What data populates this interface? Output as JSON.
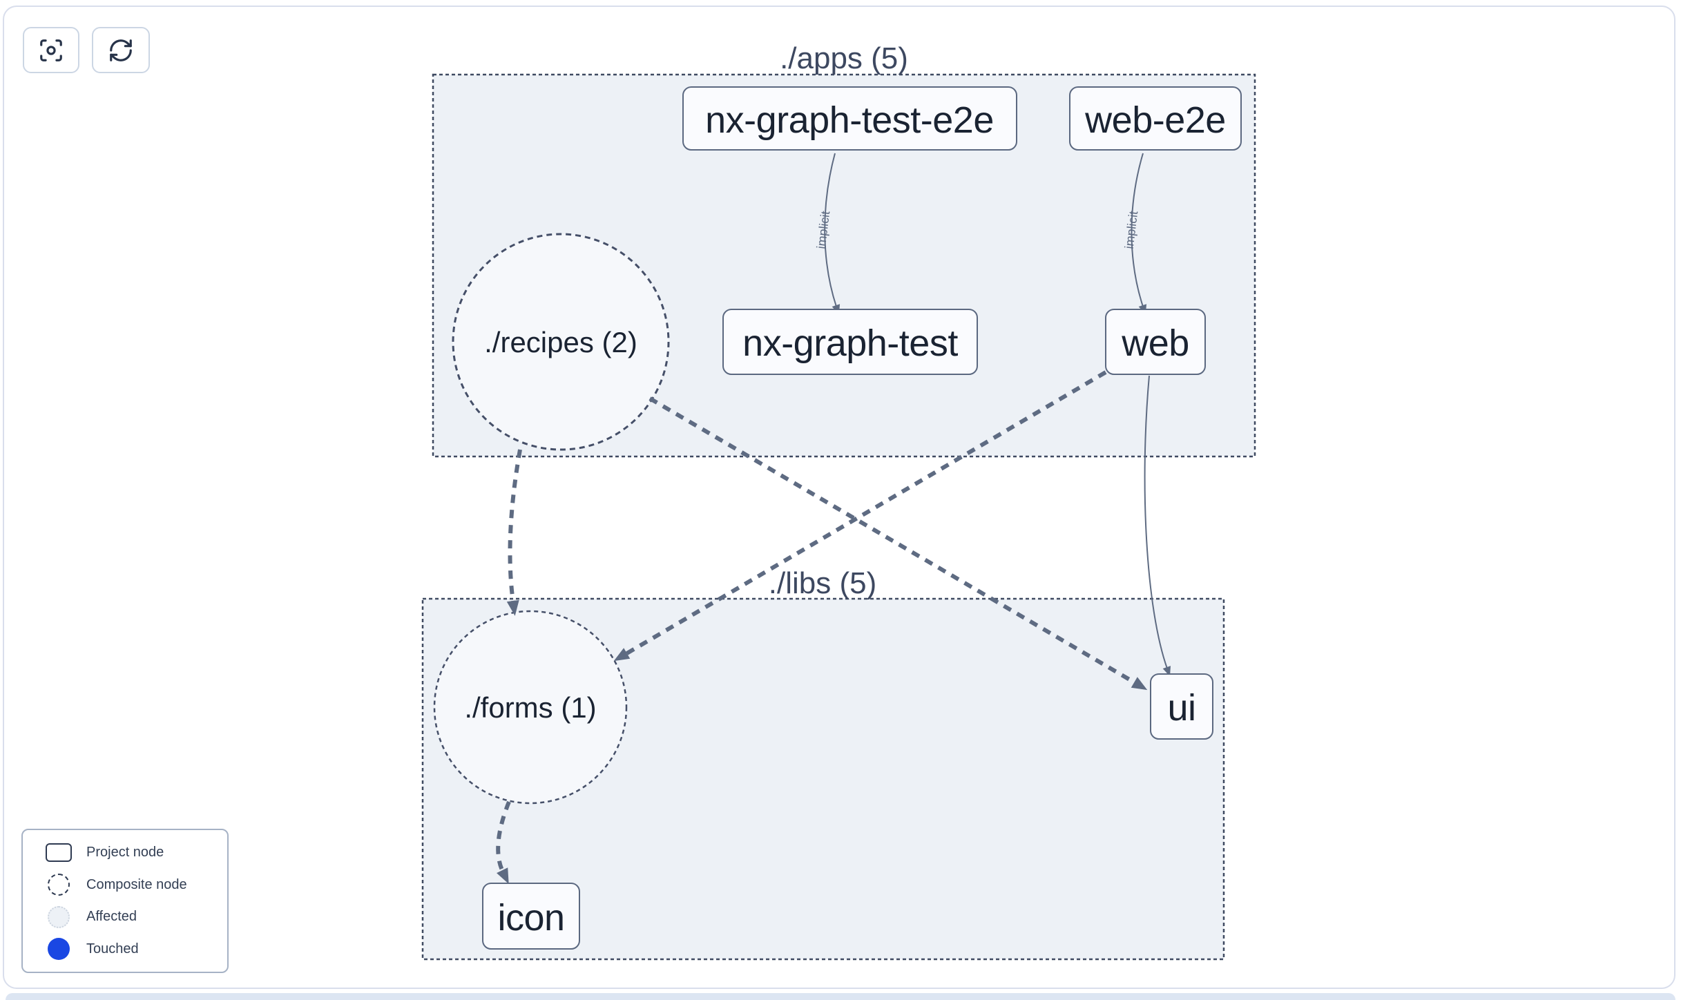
{
  "colors": {
    "touched": "#1a47e3",
    "cluster_fill": "#edf1f6",
    "edge": "#5e6b82",
    "node_border": "#5b6880",
    "affected_fill": "#edf1f6"
  },
  "toolbar": {
    "focus_button": "focus",
    "refresh_button": "refresh"
  },
  "graph": {
    "clusters": [
      {
        "id": "apps",
        "label": "./apps (5)"
      },
      {
        "id": "libs",
        "label": "./libs (5)"
      }
    ],
    "composite_nodes": [
      {
        "id": "recipes",
        "label": "./recipes (2)",
        "cluster": "apps"
      },
      {
        "id": "forms",
        "label": "./forms (1)",
        "cluster": "libs"
      }
    ],
    "project_nodes": [
      {
        "id": "nx-graph-test-e2e",
        "label": "nx-graph-test-e2e",
        "cluster": "apps"
      },
      {
        "id": "web-e2e",
        "label": "web-e2e",
        "cluster": "apps"
      },
      {
        "id": "nx-graph-test",
        "label": "nx-graph-test",
        "cluster": "apps"
      },
      {
        "id": "web",
        "label": "web",
        "cluster": "apps"
      },
      {
        "id": "ui",
        "label": "ui",
        "cluster": "libs"
      },
      {
        "id": "icon",
        "label": "icon",
        "cluster": "libs"
      }
    ],
    "edges": [
      {
        "from": "nx-graph-test-e2e",
        "to": "nx-graph-test",
        "label": "implicit",
        "style": "solid"
      },
      {
        "from": "web-e2e",
        "to": "web",
        "label": "implicit",
        "style": "solid"
      },
      {
        "from": "./recipes",
        "to": "./forms",
        "label": "",
        "style": "dashed"
      },
      {
        "from": "./recipes",
        "to": "ui",
        "label": "",
        "style": "dashed"
      },
      {
        "from": "web",
        "to": "./forms",
        "label": "",
        "style": "dashed"
      },
      {
        "from": "web",
        "to": "ui",
        "label": "",
        "style": "solid"
      },
      {
        "from": "./forms",
        "to": "icon",
        "label": "",
        "style": "dashed"
      }
    ]
  },
  "legend": {
    "items": [
      {
        "label": "Project node",
        "swatch": "project-node"
      },
      {
        "label": "Composite node",
        "swatch": "composite-node"
      },
      {
        "label": "Affected",
        "swatch": "affected"
      },
      {
        "label": "Touched",
        "swatch": "touched"
      }
    ]
  }
}
